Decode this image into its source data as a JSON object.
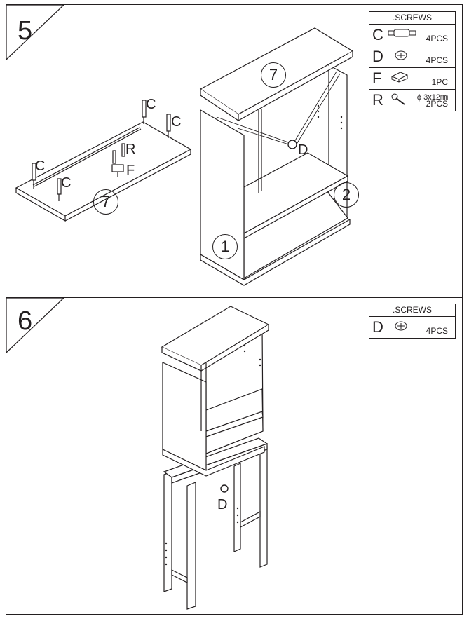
{
  "steps": [
    {
      "number": "5",
      "legend": {
        "title": ".SCREWS",
        "items": [
          {
            "letter": "C",
            "qty": "4PCS",
            "icon": "cam-bolt-icon"
          },
          {
            "letter": "D",
            "qty": "4PCS",
            "icon": "cam-lock-icon"
          },
          {
            "letter": "F",
            "qty": "1PC",
            "icon": "magnetic-catch-icon"
          },
          {
            "letter": "R",
            "size": "ϕ 3x12㎜",
            "qty": "2PCS",
            "icon": "wood-screw-icon"
          }
        ]
      },
      "callouts": {
        "c1": "C",
        "c2": "C",
        "c3": "C",
        "c4": "C",
        "r": "R",
        "f": "F",
        "d": "D",
        "part_top_board": "7",
        "part_top_cabinet": "7",
        "part_side_left": "1",
        "part_side_right": "2"
      }
    },
    {
      "number": "6",
      "legend": {
        "title": ".SCREWS",
        "items": [
          {
            "letter": "D",
            "qty": "4PCS",
            "icon": "cam-lock-icon"
          }
        ]
      },
      "callouts": {
        "d": "D"
      }
    }
  ]
}
